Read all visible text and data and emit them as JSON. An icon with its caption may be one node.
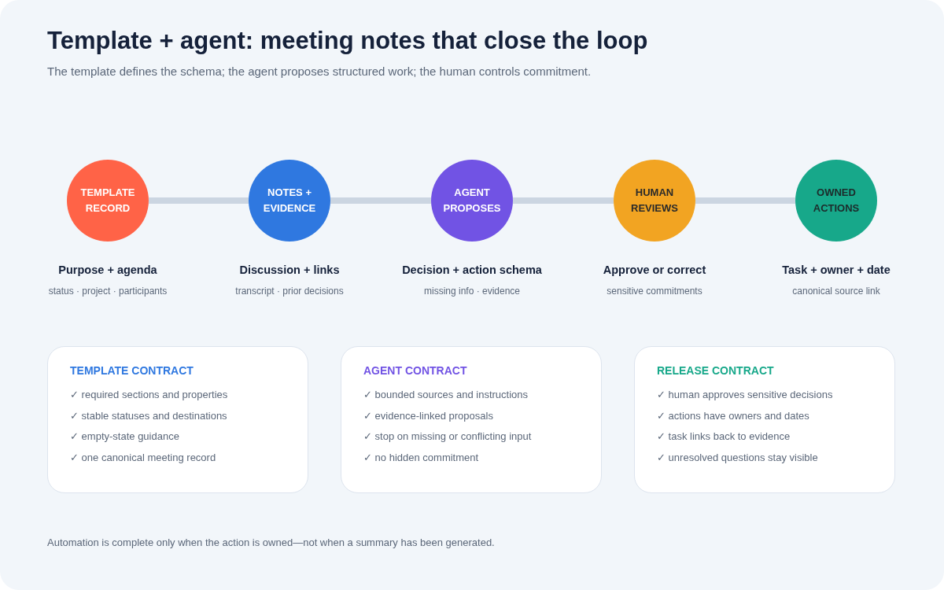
{
  "diagram": {
    "title": "Template + agent: meeting notes that close the loop",
    "caption": "Automation is complete only when the action is owned—not when a summary has been generated.",
    "labels": [
      "The template defines the schema; the agent proposes structured work; the human controls commitment."
    ],
    "nodes": [
      {
        "text": [
          "TEMPLATE RECORD"
        ],
        "beside": [
          "Purpose + agenda",
          "status · project · participants"
        ]
      },
      {
        "text": [
          "NOTES + EVIDENCE"
        ],
        "beside": [
          "Discussion + links",
          "transcript · prior decisions"
        ]
      },
      {
        "text": [
          "AGENT PROPOSES"
        ],
        "beside": [
          "Decision + action schema",
          "missing info · evidence"
        ]
      },
      {
        "text": [
          "HUMAN REVIEWS"
        ],
        "beside": [
          "Approve or correct",
          "sensitive commitments"
        ]
      },
      {
        "text": [
          "OWNED ACTIONS"
        ],
        "beside": [
          "Task + owner + date",
          "canonical source link"
        ]
      },
      {
        "text": [
          "TEMPLATE CONTRACT",
          "✓ required sections and properties",
          "✓ stable statuses and destinations",
          "✓ empty-state guidance",
          "✓ one canonical meeting record"
        ]
      },
      {
        "text": [
          "AGENT CONTRACT",
          "✓ bounded sources and instructions",
          "✓ evidence-linked proposals",
          "✓ stop on missing or conflicting input",
          "✓ no hidden commitment"
        ]
      },
      {
        "text": [
          "RELEASE CONTRACT",
          "✓ human approves sensitive decisions",
          "✓ actions have owners and dates",
          "✓ task links back to evidence",
          "✓ unresolved questions stay visible"
        ]
      }
    ],
    "edges": [
      {
        "from": 0,
        "to": 1,
        "arrow": "none"
      },
      {
        "from": 1,
        "to": 2,
        "arrow": "none"
      },
      {
        "from": 2,
        "to": 3,
        "arrow": "none"
      },
      {
        "from": 3,
        "to": 4,
        "arrow": "none"
      }
    ]
  }
}
